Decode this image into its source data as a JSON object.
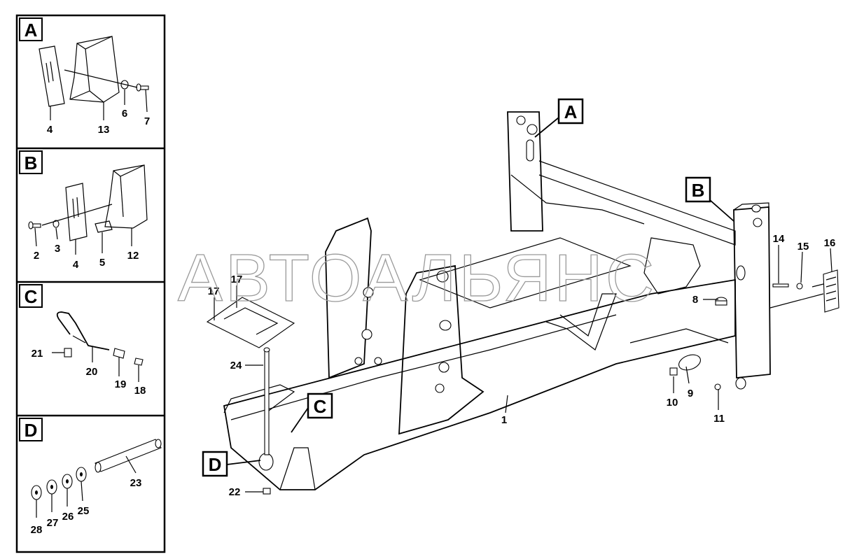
{
  "watermark": "АВТОАЛЬЯНС",
  "insets": [
    {
      "letter": "A",
      "parts": [
        "4",
        "13",
        "6",
        "7"
      ]
    },
    {
      "letter": "B",
      "parts": [
        "2",
        "3",
        "4",
        "5",
        "12"
      ]
    },
    {
      "letter": "C",
      "parts": [
        "21",
        "20",
        "19",
        "18"
      ]
    },
    {
      "letter": "D",
      "parts": [
        "23",
        "28",
        "27",
        "26",
        "25"
      ]
    }
  ],
  "callouts": [
    "A",
    "B",
    "C",
    "D"
  ],
  "main_labels": [
    "1",
    "8",
    "9",
    "10",
    "11",
    "14",
    "15",
    "16",
    "17",
    "17",
    "22",
    "24"
  ]
}
